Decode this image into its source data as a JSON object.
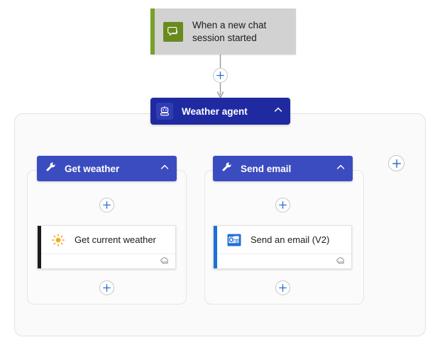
{
  "flow": {
    "trigger": {
      "label": "When a new chat session started",
      "icon": "chat-bubble-icon",
      "accent_color": "#76a12a",
      "background_color": "#d2d2d2"
    },
    "agent": {
      "label": "Weather agent",
      "icon": "robot-icon",
      "collapse_icon": "chevron-up-icon",
      "background_color": "#1f2aa0"
    },
    "tools": [
      {
        "label": "Get weather",
        "icon": "wrench-icon",
        "collapse_icon": "chevron-up-icon",
        "background_color": "#3b4cc0",
        "action": {
          "label": "Get current weather",
          "icon": "sun-icon",
          "accent_color": "#1b1b1b",
          "footer_icon": "connector-cloud-icon"
        },
        "add_below_label": "+",
        "add_inside_label": "+"
      },
      {
        "label": "Send email",
        "icon": "wrench-icon",
        "collapse_icon": "chevron-up-icon",
        "background_color": "#3b4cc0",
        "action": {
          "label": "Send an email (V2)",
          "icon": "outlook-icon",
          "accent_color": "#1f6fd6",
          "footer_icon": "connector-cloud-icon"
        },
        "add_below_label": "+",
        "add_inside_label": "+"
      }
    ],
    "add_buttons": {
      "after_trigger": "+",
      "add_tool": "+"
    },
    "colors": {
      "connector": "#9a9a9a",
      "plus": "#2b6fd4",
      "container_border": "#e2e2e2"
    }
  }
}
